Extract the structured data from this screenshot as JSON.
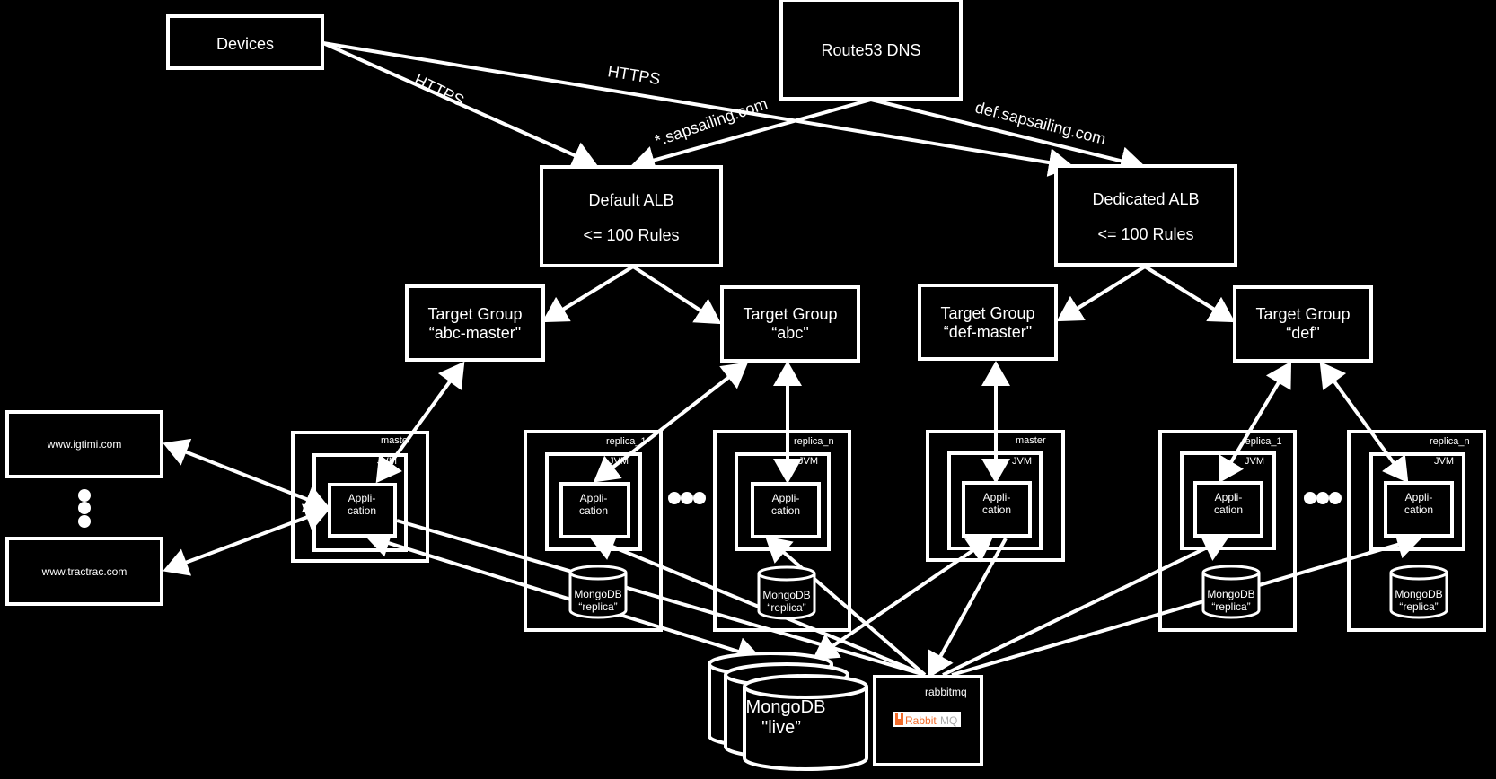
{
  "title": "ALB / Target Group / Replica architecture",
  "colors": {
    "background": "#000000",
    "foreground": "#ffffff",
    "rabbit_orange": "#f26c2b"
  },
  "nodes": {
    "devices": "Devices",
    "route53": "Route53 DNS",
    "default_alb": {
      "line1": "Default ALB",
      "line2": "<= 100 Rules"
    },
    "dedicated_alb": {
      "line1": "Dedicated ALB",
      "line2": "<= 100 Rules"
    },
    "tg_abc_master": {
      "line1": "Target Group",
      "line2": "“abc-master\""
    },
    "tg_abc": {
      "line1": "Target Group",
      "line2": "“abc\""
    },
    "tg_def_master": {
      "line1": "Target Group",
      "line2": "“def-master\""
    },
    "tg_def": {
      "line1": "Target Group",
      "line2": "“def\""
    },
    "igtimi": "www.igtimi.com",
    "tractrac": "www.tractrac.com",
    "rabbitmq": {
      "label": "rabbitmq",
      "logo_text_a": "Rabbit",
      "logo_text_b": "MQ"
    },
    "mongodb_live": {
      "line1": "MongoDB",
      "line2": "\"live”"
    }
  },
  "instances": {
    "abc_master": {
      "label": "master",
      "jvm": "JVM",
      "app1": "Appli-",
      "app2": "cation"
    },
    "abc_replica_1": {
      "label": "replica_1",
      "jvm": "JVM",
      "app1": "Appli-",
      "app2": "cation",
      "db1": "MongoDB",
      "db2": "“replica”"
    },
    "abc_replica_n": {
      "label": "replica_n",
      "jvm": "JVM",
      "app1": "Appli-",
      "app2": "cation",
      "db1": "MongoDB",
      "db2": "“replica”"
    },
    "def_master": {
      "label": "master",
      "jvm": "JVM",
      "app1": "Appli-",
      "app2": "cation"
    },
    "def_replica_1": {
      "label": "replica_1",
      "jvm": "JVM",
      "app1": "Appli-",
      "app2": "cation",
      "db1": "MongoDB",
      "db2": "“replica”"
    },
    "def_replica_n": {
      "label": "replica_n",
      "jvm": "JVM",
      "app1": "Appli-",
      "app2": "cation",
      "db1": "MongoDB",
      "db2": "“replica”"
    }
  },
  "edge_labels": {
    "devices_default": "HTTPS",
    "devices_dedicated": "HTTPS",
    "dns_default": "*.sapsailing.com",
    "dns_dedicated": "def.sapsailing.com"
  }
}
